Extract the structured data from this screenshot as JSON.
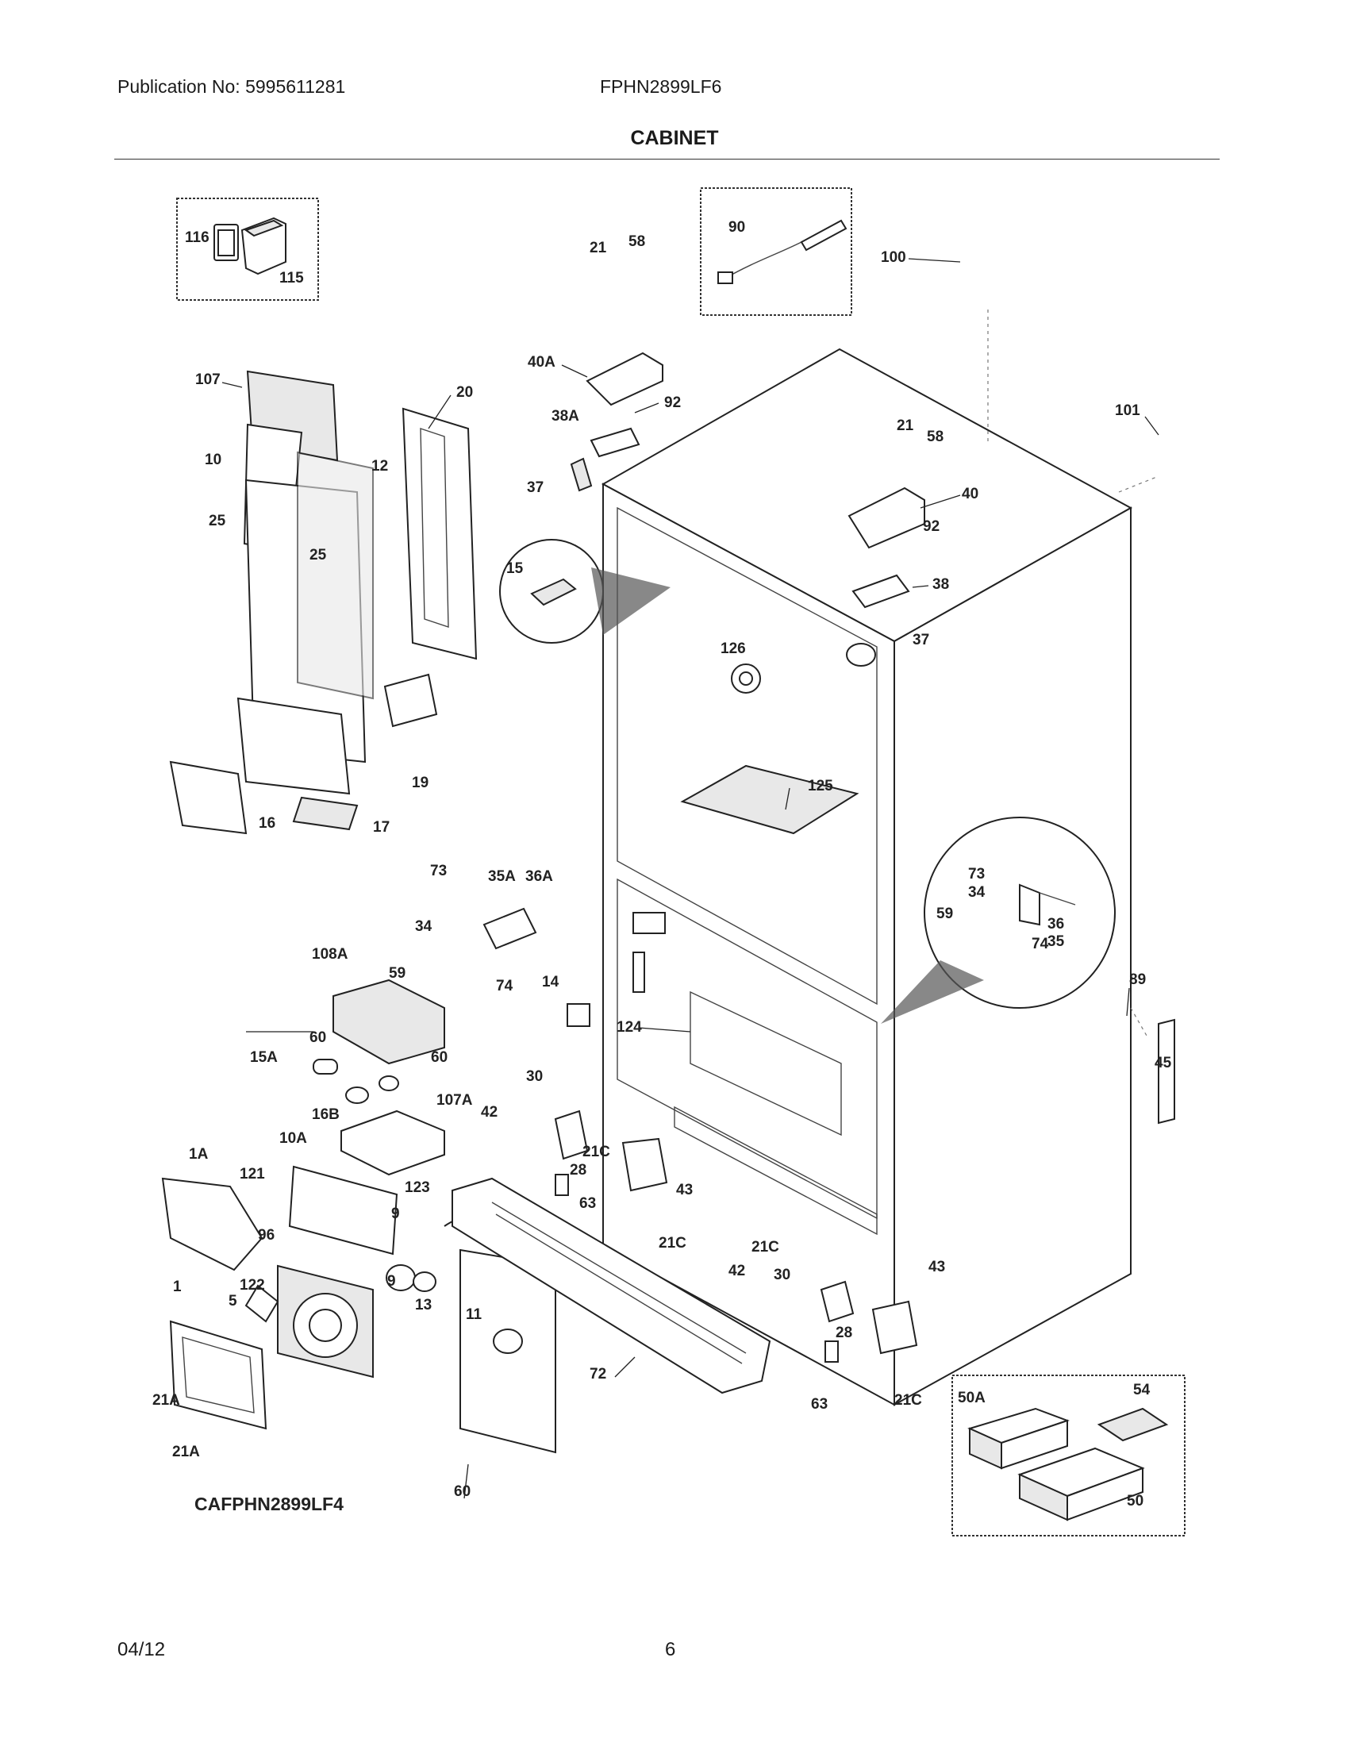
{
  "header": {
    "publication": "Publication No: 5995611281",
    "model": "FPHN2899LF6",
    "section_title": "CABINET"
  },
  "footer": {
    "date": "04/12",
    "page_number": "6"
  },
  "diagram": {
    "code": "CAFPHN2899LF4",
    "callouts": [
      "116",
      "115",
      "90",
      "21",
      "58",
      "100",
      "107",
      "20",
      "40A",
      "92",
      "38A",
      "10",
      "12",
      "21",
      "58",
      "101",
      "25",
      "25",
      "37",
      "40",
      "92",
      "15",
      "38",
      "126",
      "37",
      "19",
      "125",
      "16",
      "17",
      "73",
      "35A",
      "36A",
      "34",
      "59",
      "74",
      "14",
      "73",
      "34",
      "59",
      "36",
      "35",
      "74",
      "108A",
      "89",
      "60",
      "15A",
      "60",
      "124",
      "45",
      "16B",
      "107A",
      "30",
      "42",
      "21C",
      "10A",
      "28",
      "63",
      "43",
      "1A",
      "121",
      "123",
      "9",
      "96",
      "21C",
      "21C",
      "42",
      "30",
      "43",
      "9",
      "13",
      "122",
      "5",
      "11",
      "28",
      "1",
      "72",
      "21A",
      "21A",
      "60",
      "63",
      "21C",
      "50A",
      "54",
      "50"
    ]
  }
}
